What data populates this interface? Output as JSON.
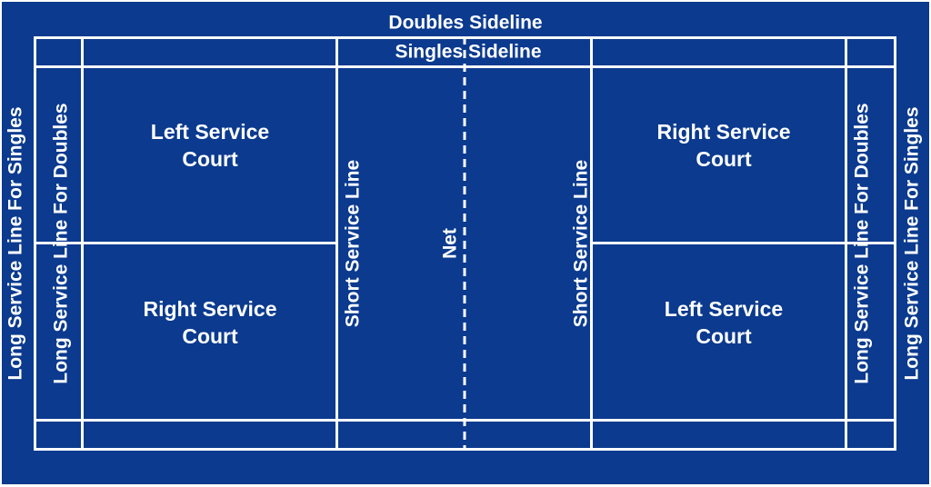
{
  "colors": {
    "court": "#0b3a8e",
    "lines": "#ffffff"
  },
  "labels": {
    "doubles_sideline": "Doubles Sideline",
    "singles_sideline": "Singles Sideline",
    "long_service_singles_left": "Long Service Line For Singles",
    "long_service_doubles_left": "Long Service Line For Doubles",
    "long_service_singles_right": "Long Service Line For Singles",
    "long_service_doubles_right": "Long Service Line For Doubles",
    "short_service_left": "Short Service Line",
    "short_service_right": "Short Service Line",
    "net": "Net",
    "left_court_top": "Left Service\nCourt",
    "left_court_bottom": "Right Service\nCourt",
    "right_court_top": "Right Service\nCourt",
    "right_court_bottom": "Left Service\nCourt"
  }
}
